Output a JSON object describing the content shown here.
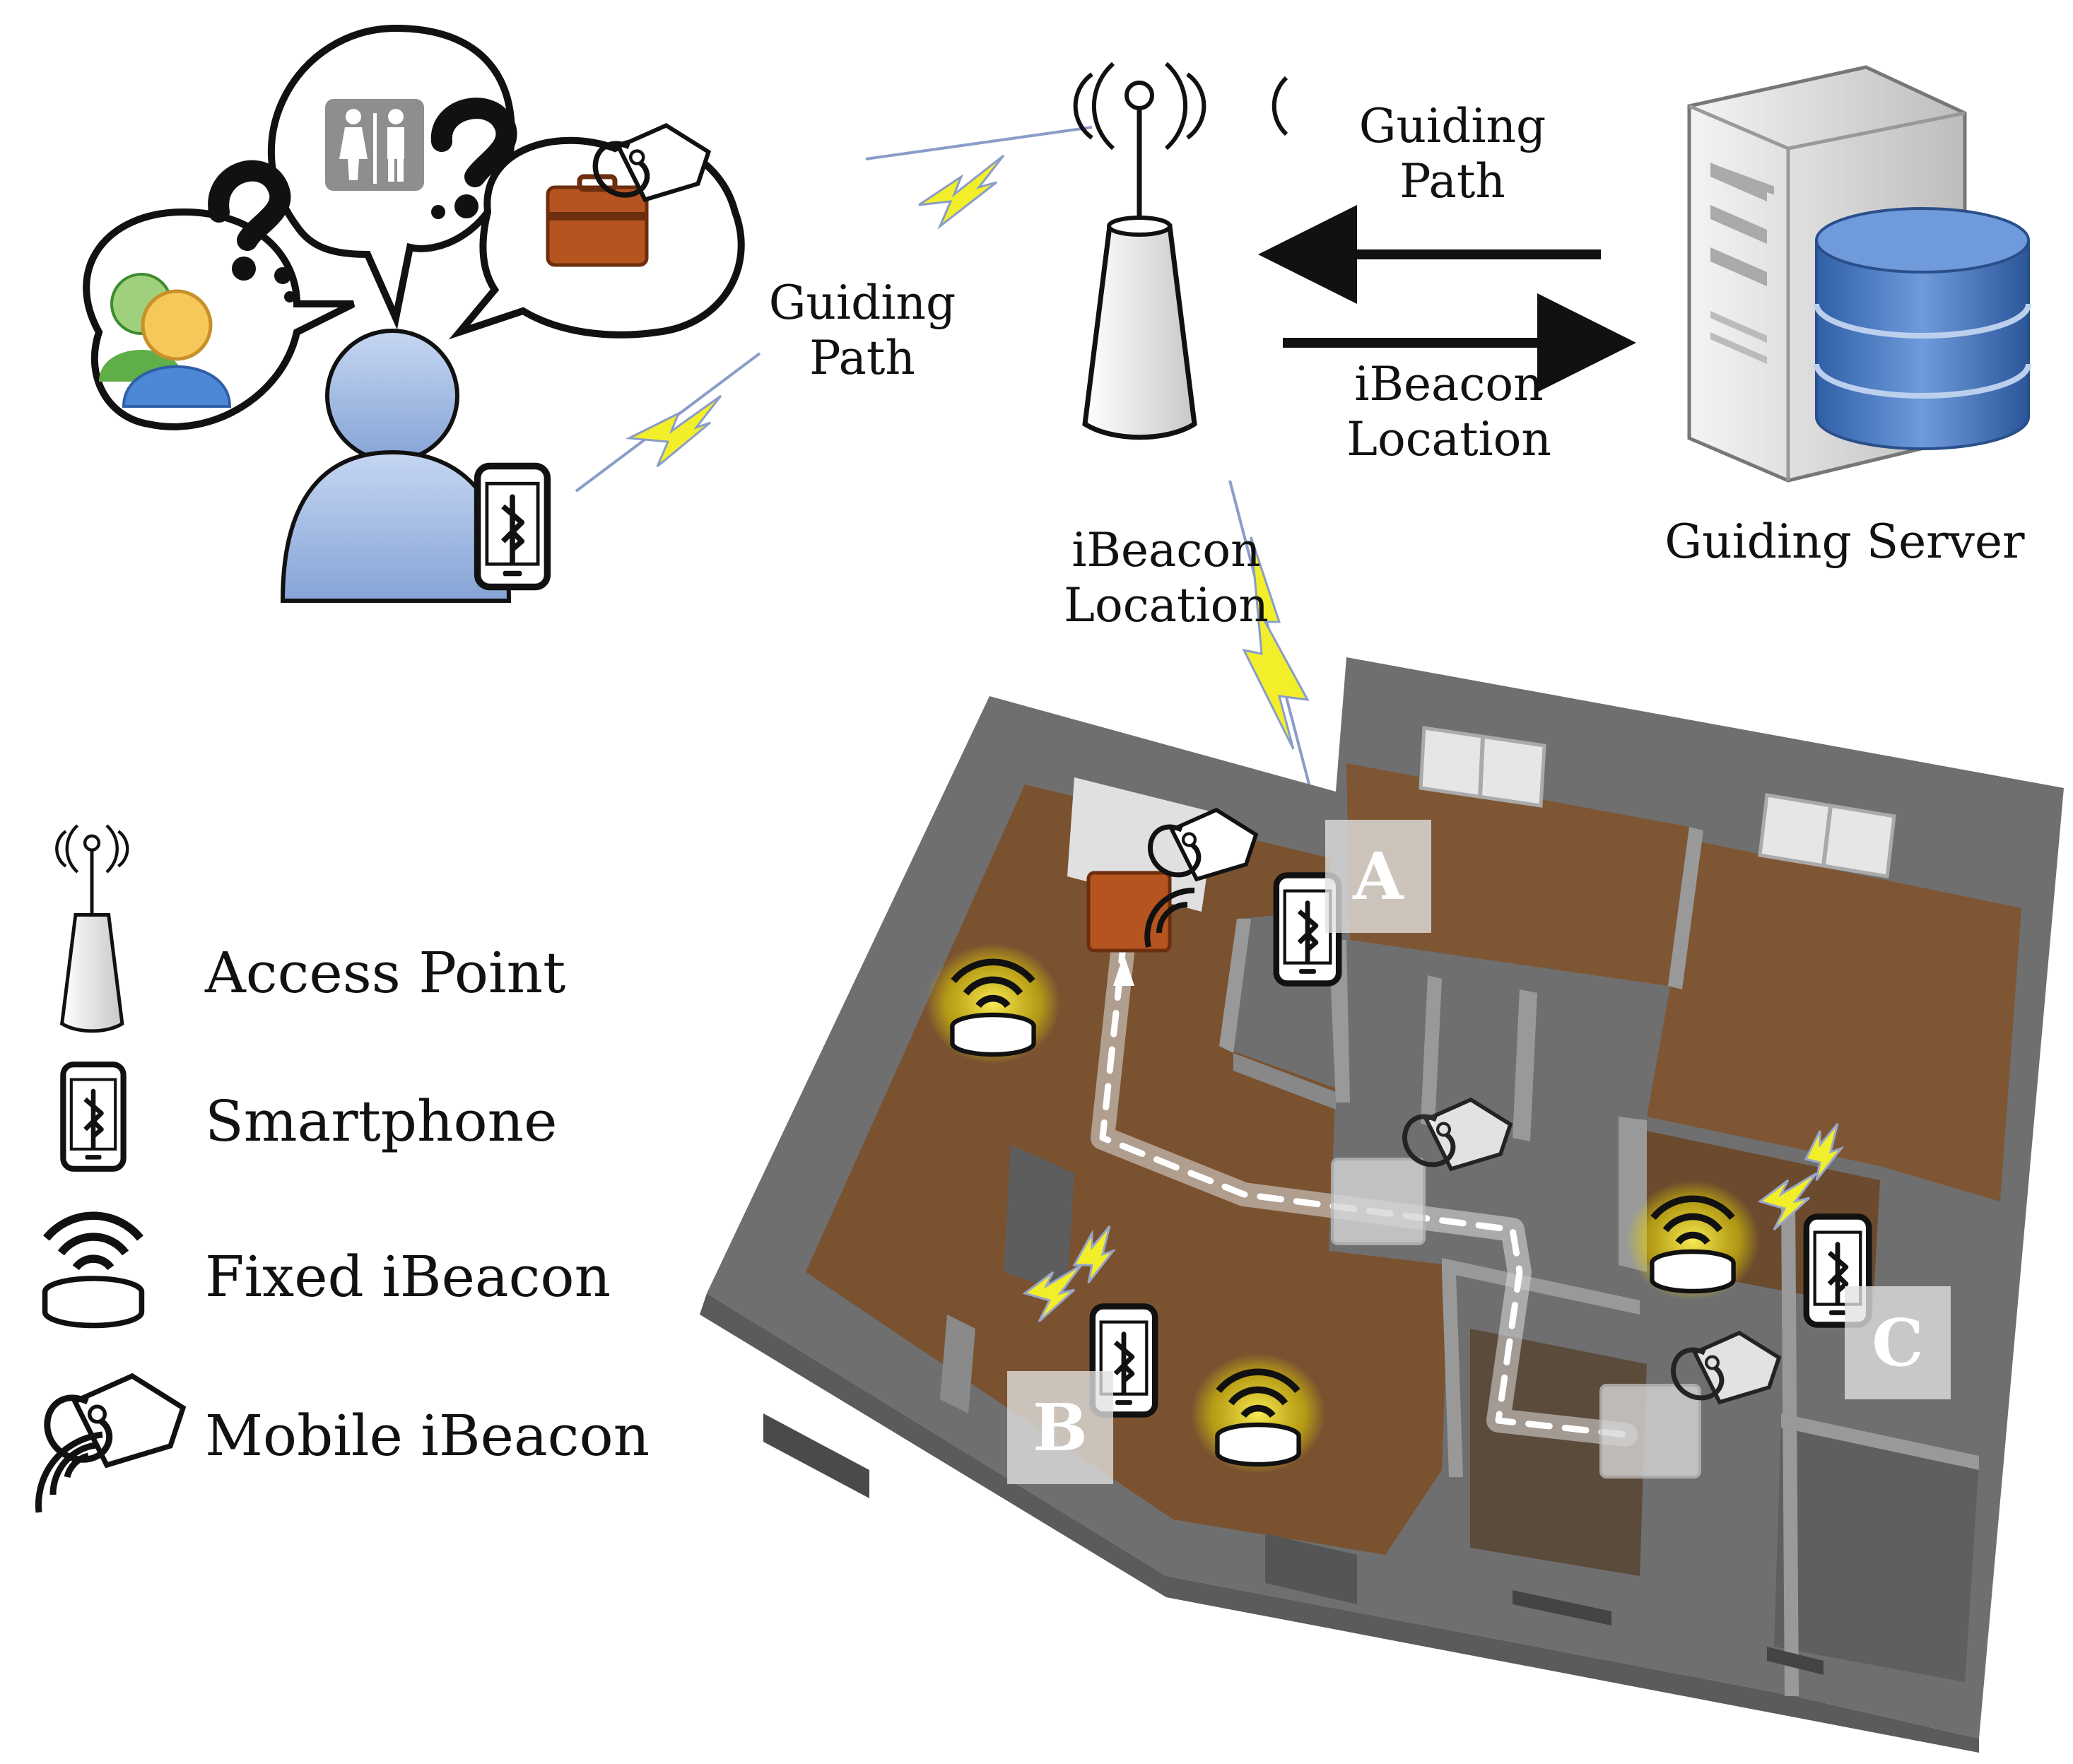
{
  "labels": {
    "guiding_path_top": [
      "Guiding",
      "Path"
    ],
    "ibeacon_location_right": [
      "iBeacon",
      "Location"
    ],
    "guiding_path_left": [
      "Guiding",
      "Path"
    ],
    "ibeacon_location_down": [
      "iBeacon",
      "Location"
    ],
    "guiding_server": "Guiding Server"
  },
  "legend": [
    {
      "icon": "access-point-icon",
      "label": "Access Point"
    },
    {
      "icon": "smartphone-icon",
      "label": "Smartphone"
    },
    {
      "icon": "fixed-ibeacon-icon",
      "label": "Fixed iBeacon"
    },
    {
      "icon": "mobile-ibeacon-icon",
      "label": "Mobile iBeacon"
    }
  ],
  "rooms": {
    "a": "A",
    "b": "B",
    "c": "C"
  },
  "colors": {
    "floor": "#7a5230",
    "wall": "#707070",
    "wall_top": "#9a9a9a",
    "beacon_glow": "#e6d400",
    "lightning": "#f2ef2a",
    "person": "#9fb8e0",
    "database": "#3d6fb6"
  }
}
